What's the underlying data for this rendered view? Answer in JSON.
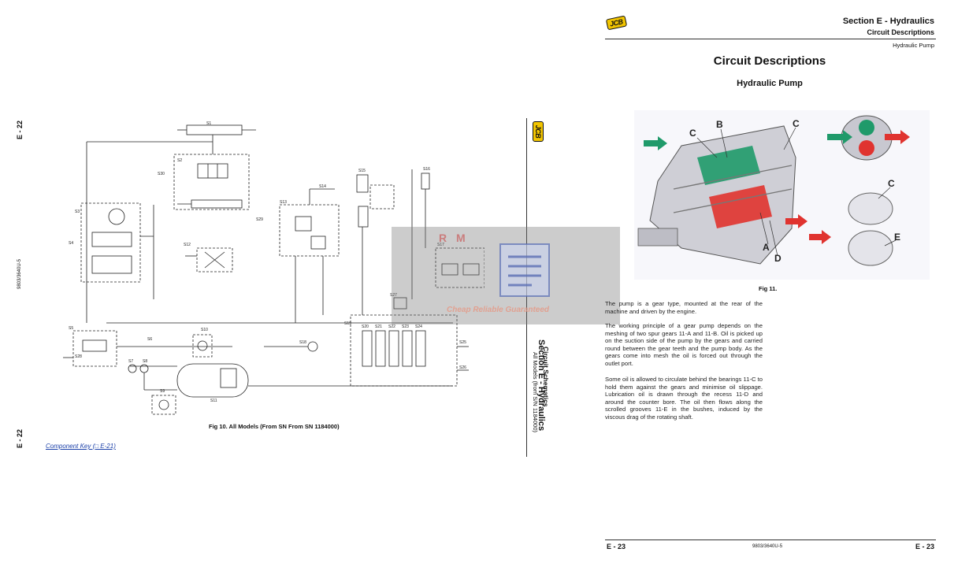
{
  "left_page": {
    "page_number_top": "E - 22",
    "page_number_bottom": "E - 22",
    "doc_code": "9803/3640U-5",
    "figure_caption": "Fig 10. All Models (From SN From SN 1184000)",
    "component_key_link": "Component Key (□ E-21)",
    "section_title": "Section E - Hydraulics",
    "section_subtitle": "Circuit Schematics",
    "section_models": "All Models (from S/N 1184000)",
    "logo_text": "JCB",
    "schematic_labels": [
      "S1",
      "S2",
      "S3",
      "S4",
      "S5",
      "S6",
      "S7",
      "S8",
      "S9",
      "S10",
      "S11",
      "S12",
      "S13",
      "S14",
      "S15",
      "S16",
      "S17",
      "S18",
      "S19",
      "S20",
      "S21",
      "S22",
      "S23",
      "S24",
      "S25",
      "S26",
      "S27",
      "S28",
      "S29",
      "S30"
    ]
  },
  "watermark": {
    "letters": "R  M",
    "tagline": "Cheap Reliable Guaranteed"
  },
  "right_page": {
    "logo_text": "JCB",
    "header_section": "Section E - Hydraulics",
    "header_sub": "Circuit Descriptions",
    "header_topic": "Hydraulic Pump",
    "title": "Circuit Descriptions",
    "subtitle": "Hydraulic Pump",
    "figure_caption": "Fig 11.",
    "callouts": {
      "c1": "C",
      "b": "B",
      "c2": "C",
      "a": "A",
      "d": "D",
      "c3": "C",
      "e": "E"
    },
    "paragraphs": [
      "The pump is a gear type, mounted at the rear of the machine and driven by the engine.",
      "The working principle of a gear pump depends on the meshing of two spur gears 11-A and 11-B. Oil is picked up on the suction side of the pump by the gears and carried round between the gear teeth and the pump body. As the gears come into mesh the oil is forced out through the outlet port.",
      "Some oil is allowed to circulate behind the bearings 11-C to hold them against the gears and minimise oil slippage. Lubrication oil is drawn through the recess 11-D and around the counter bore. The oil then flows along the scrolled grooves 11-E in the bushes, induced by the viscous drag of the rotating shaft."
    ],
    "footer_page_left": "E - 23",
    "footer_code": "9803/3640U-5",
    "footer_page_right": "E - 23"
  },
  "colors": {
    "accent_red": "#e0332f",
    "accent_green": "#1f9a6a",
    "logo_yellow": "#f2c500",
    "link_blue": "#1a3fa8"
  }
}
